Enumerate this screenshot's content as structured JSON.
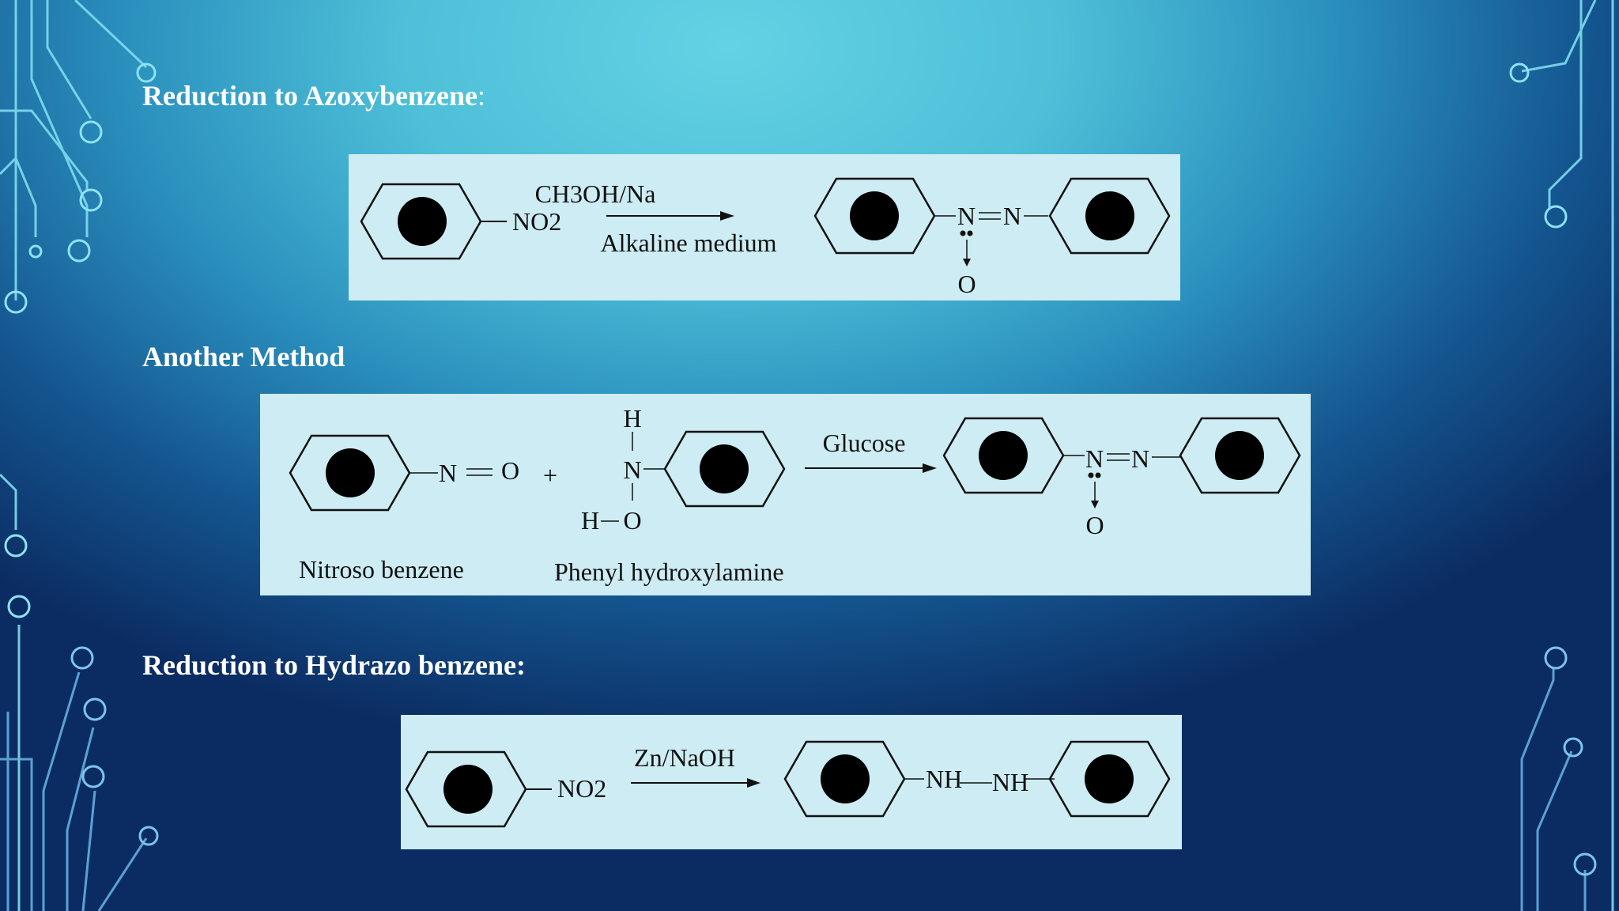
{
  "sections": [
    {
      "heading": "Reduction to Azoxybenzene",
      "heading_suffix": ":",
      "reaction": {
        "substituent": "NO2",
        "reagent_top": "CH3OH/Na",
        "reagent_bottom": "Alkaline medium",
        "n1": "N",
        "n2": "N",
        "oxygen": "O"
      }
    },
    {
      "heading": "Another Method",
      "reaction": {
        "nitroso_n": "N",
        "nitroso_o": "O",
        "plus": "+",
        "h_top": "H",
        "n_center": "N",
        "h_bottom": "H",
        "o_bottom": "O",
        "reagent": "Glucose",
        "n1": "N",
        "n2": "N",
        "oxygen": "O",
        "label_left": "Nitroso benzene",
        "label_right": "Phenyl hydroxylamine"
      }
    },
    {
      "heading": "Reduction to Hydrazo benzene:",
      "reaction": {
        "substituent": "NO2",
        "reagent": "Zn/NaOH",
        "nh1": "NH",
        "nh2": "NH"
      }
    }
  ]
}
